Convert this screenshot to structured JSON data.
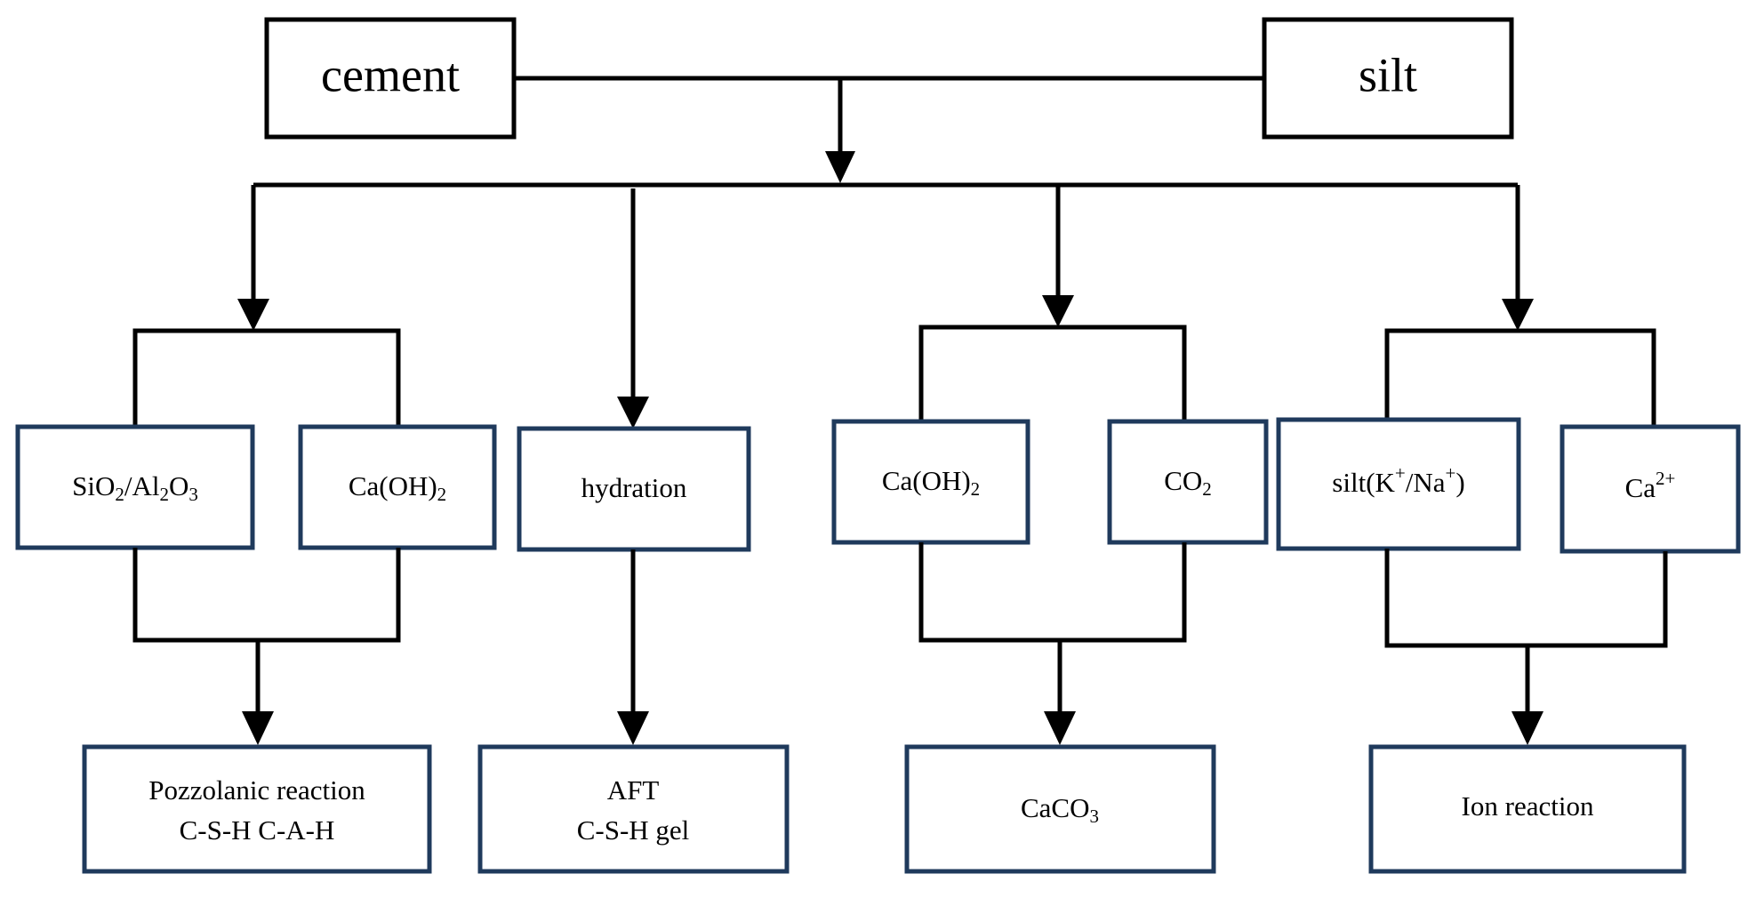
{
  "colors": {
    "line": "#000000",
    "box_border": "#1f3a5c",
    "background": "#ffffff"
  },
  "top": {
    "cement": "cement",
    "silt": "silt"
  },
  "branch1": {
    "left_box": {
      "a": "SiO",
      "a_sub": "2",
      "sep": "/Al",
      "b_sub": "2",
      "c": "O",
      "c_sub": "3"
    },
    "right_box": {
      "main": "Ca(OH)",
      "sub": "2"
    },
    "result": {
      "line1": "Pozzolanic reaction",
      "line2": "C-S-H C-A-H"
    }
  },
  "branch2": {
    "box": "hydration",
    "result": {
      "line1": "AFT",
      "line2": "C-S-H gel"
    }
  },
  "branch3": {
    "left_box": {
      "main": "Ca(OH)",
      "sub": "2"
    },
    "right_box": {
      "main": "CO",
      "sub": "2"
    },
    "result": {
      "main": "CaCO",
      "sub": "3"
    }
  },
  "branch4": {
    "left_box": {
      "pre": "silt(K",
      "sup1": "+",
      "mid": "/Na",
      "sup2": "+",
      "post": ")"
    },
    "right_box": {
      "main": "Ca",
      "sup": "2+"
    },
    "result": {
      "line1": "Ion reaction"
    }
  }
}
